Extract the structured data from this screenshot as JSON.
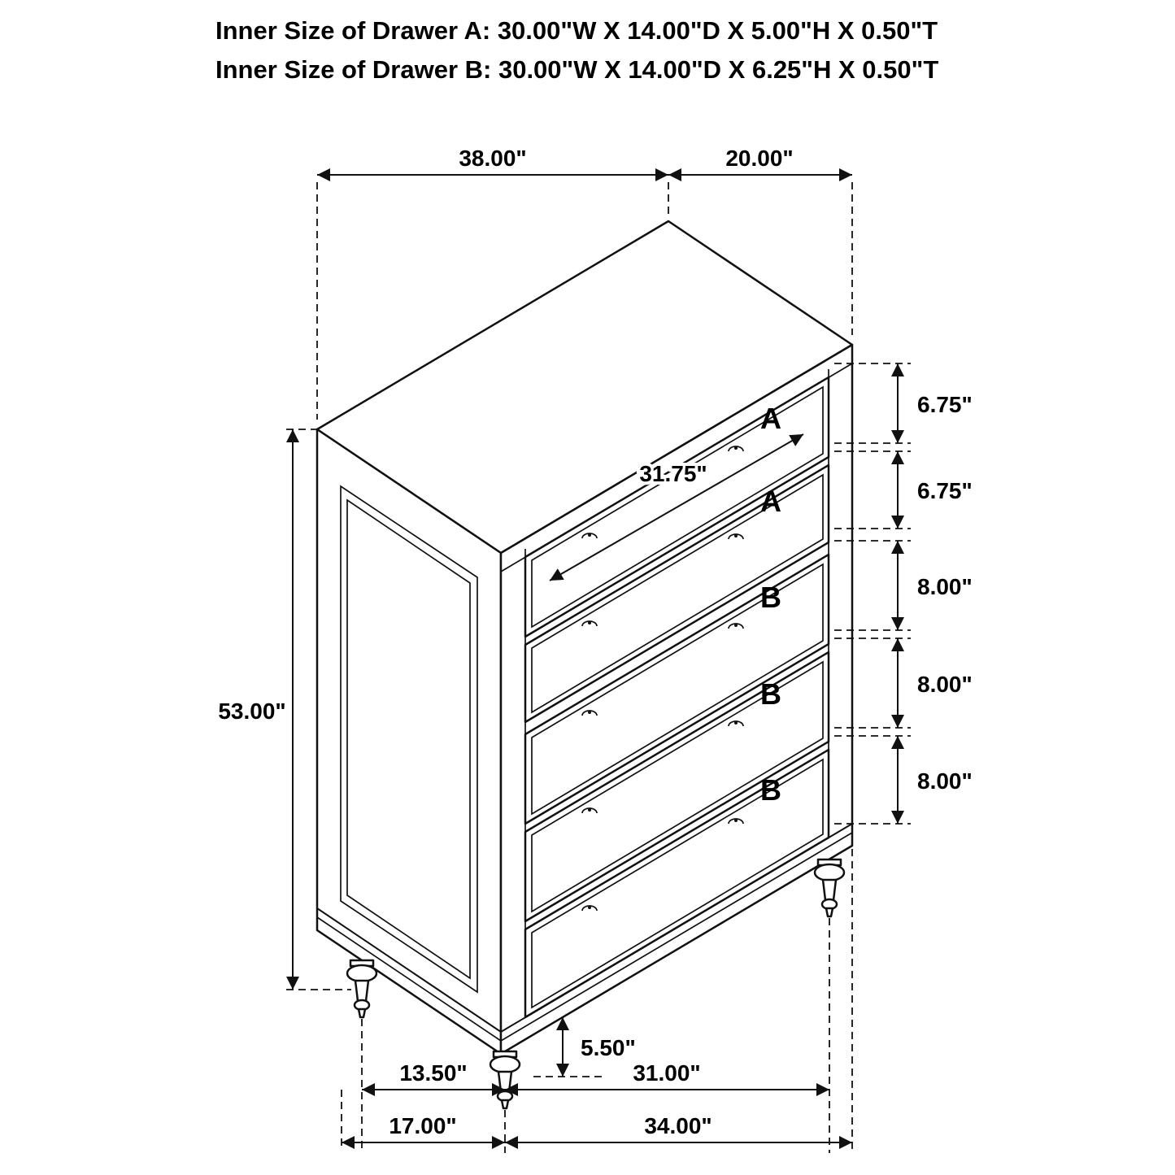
{
  "title": {
    "line1": "Inner Size of Drawer A: 30.00\"W X 14.00\"D X 5.00\"H X 0.50\"T",
    "line2": "Inner Size of Drawer B: 30.00\"W X 14.00\"D X 6.25\"H X 0.50\"T"
  },
  "dimensions": {
    "top_width": "38.00\"",
    "top_depth": "20.00\"",
    "overall_height": "53.00\"",
    "drawer_front_width": "31.75\"",
    "drawer_heights": [
      "6.75\"",
      "6.75\"",
      "8.00\"",
      "8.00\"",
      "8.00\""
    ],
    "leg_height": "5.50\"",
    "bottom": {
      "left": "13.50\"",
      "right": "31.00\"",
      "left_total": "17.00\"",
      "right_total": "34.00\""
    }
  },
  "drawer_labels": [
    "A",
    "A",
    "B",
    "B",
    "B"
  ],
  "colors": {
    "label_red": "#e81c1c",
    "line_black": "#111111"
  }
}
